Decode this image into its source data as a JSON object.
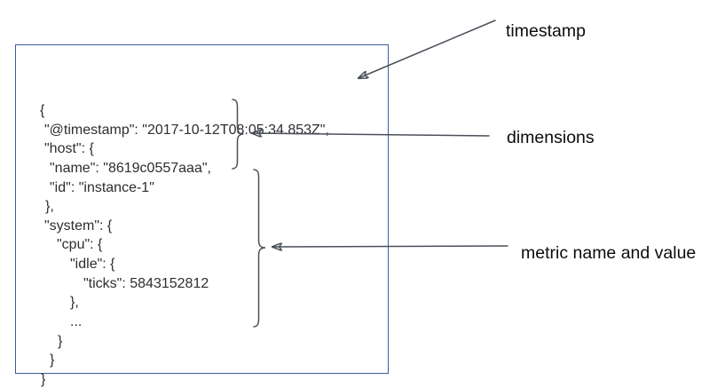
{
  "document_box": {
    "lines": [
      {
        "text": "{",
        "indent": 10
      },
      {
        "text": "\"@timestamp\": \"2017-10-12T08:05:34.853Z\",",
        "indent": 15
      },
      {
        "text": "\"host\": {",
        "indent": 15
      },
      {
        "text": "\"name\": \"8619c0557aaa\",",
        "indent": 21
      },
      {
        "text": "\"id\": \"instance-1\"",
        "indent": 21
      },
      {
        "text": "},",
        "indent": 16
      },
      {
        "text": "\"system\": {",
        "indent": 15
      },
      {
        "text": "\"cpu\": {",
        "indent": 29
      },
      {
        "text": "\"idle\": {",
        "indent": 44
      },
      {
        "text": "\"ticks\": 5843152812",
        "indent": 59
      },
      {
        "text": "},",
        "indent": 44
      },
      {
        "text": "...",
        "indent": 44
      },
      {
        "text": "}",
        "indent": 30
      },
      {
        "text": "}",
        "indent": 21
      },
      {
        "text": "}",
        "indent": 11
      }
    ]
  },
  "labels": {
    "timestamp": "timestamp",
    "dimensions": "dimensions",
    "metric": "metric name and value"
  },
  "colors": {
    "background": "#ffffff",
    "box_border": "#3d5a9a",
    "code_text": "#2e2e2e",
    "annotation_line": "#4a4f59",
    "label_text": "#0c0c0c"
  }
}
